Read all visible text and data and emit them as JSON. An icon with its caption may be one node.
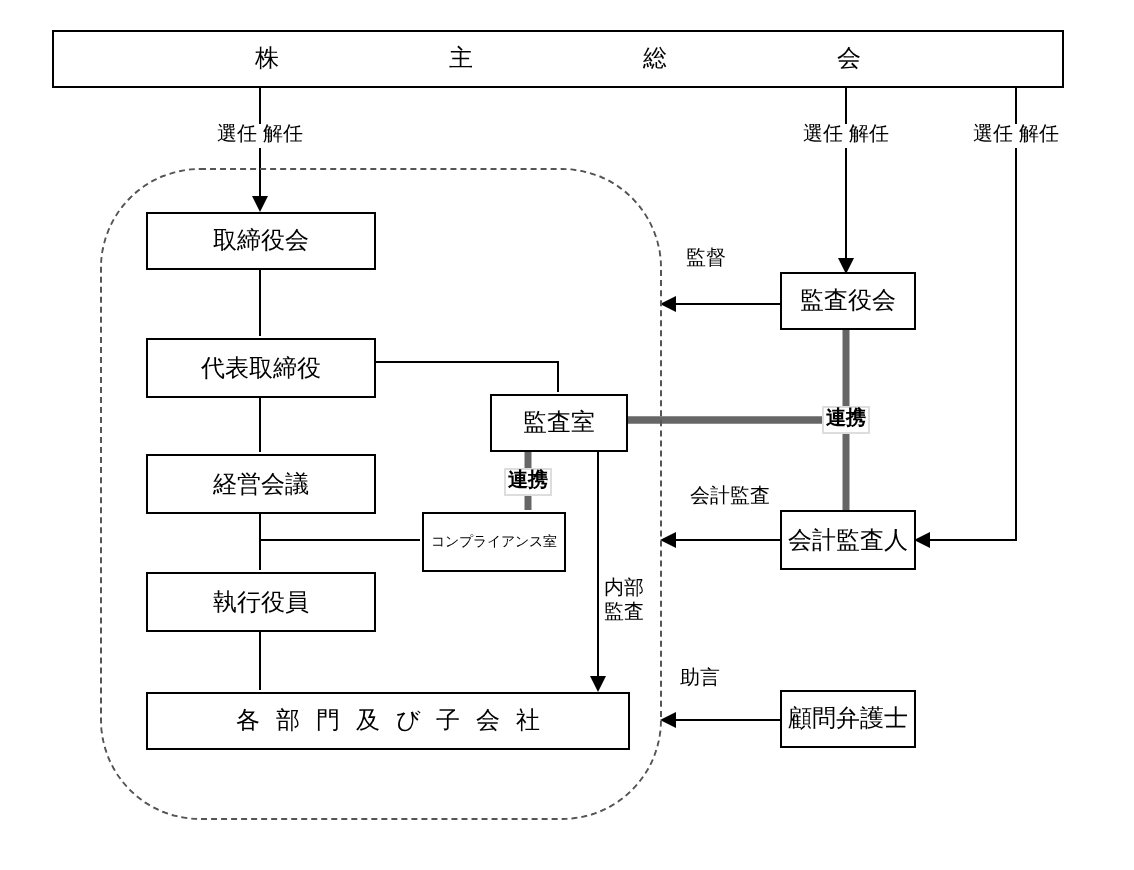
{
  "diagram": {
    "nodes": [
      {
        "text": [
          "株主総会"
        ]
      },
      {
        "text": [],
        "shape": "box"
      },
      {
        "text": [
          "取締役会"
        ],
        "in": 1
      },
      {
        "text": [
          "代表取締役"
        ],
        "in": 1
      },
      {
        "text": [
          "経営会議"
        ],
        "in": 1
      },
      {
        "text": [
          "監査室"
        ],
        "in": 1
      },
      {
        "text": [
          "コンプライアンス室"
        ],
        "in": 1
      },
      {
        "text": [
          "執行役員"
        ],
        "in": 1
      },
      {
        "text": [
          "各部門及び子会社"
        ],
        "in": 1
      },
      {
        "text": [
          "監査役会"
        ]
      },
      {
        "text": [
          "会計監査人"
        ]
      },
      {
        "text": [
          "顧問弁護士"
        ]
      }
    ],
    "edges": [
      {
        "from": 0,
        "to": 2,
        "arrow": "to",
        "label": "選任 解任"
      },
      {
        "from": 0,
        "to": 9,
        "arrow": "to",
        "label": "選任 解任"
      },
      {
        "from": 0,
        "to": 10,
        "arrow": "to",
        "label": "選任 解任"
      },
      {
        "from": 2,
        "to": 3,
        "arrow": "none"
      },
      {
        "from": 3,
        "to": 4,
        "arrow": "none"
      },
      {
        "from": 4,
        "to": 7,
        "arrow": "none"
      },
      {
        "from": 7,
        "to": 8,
        "arrow": "none"
      },
      {
        "from": 3,
        "to": 5,
        "arrow": "none"
      },
      {
        "from": 5,
        "to": 9,
        "arrow": "none",
        "style": "thick",
        "color": "#666666",
        "label": "連携"
      },
      {
        "from": 5,
        "to": 10,
        "arrow": "none",
        "style": "thick",
        "color": "#666666"
      },
      {
        "from": 5,
        "to": 6,
        "arrow": "none",
        "style": "thick",
        "color": "#666666",
        "label": "連携"
      },
      {
        "from": 6,
        "to": null,
        "arrow": "none"
      },
      {
        "from": 5,
        "to": 8,
        "arrow": "to",
        "label": "内部監査"
      },
      {
        "from": 9,
        "to": 1,
        "arrow": "to",
        "label": "監督"
      },
      {
        "from": 10,
        "to": 1,
        "arrow": "to",
        "label": "会計監査"
      },
      {
        "from": 11,
        "to": 1,
        "arrow": "to",
        "label": "助言"
      }
    ]
  }
}
